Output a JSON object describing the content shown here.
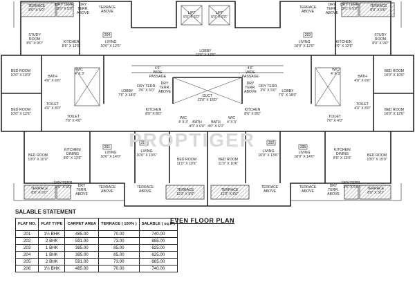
{
  "plan_title": "EVEN FLOOR PLAN",
  "watermark": "PROPTIGER",
  "rooms": [
    {
      "id": "terrace-tl",
      "label": "TERRACE",
      "dim": "8'0\" X 5'0\""
    },
    {
      "id": "dry-terr-tl",
      "label": "DRY TERR.",
      "dim": "3'6\" X 5'0\""
    },
    {
      "id": "dry-terr-above-tl",
      "label": "DRY TERR. ABOVE",
      "dim": ""
    },
    {
      "id": "terrace-above-tl",
      "label": "TERRACE ABOVE",
      "dim": ""
    },
    {
      "id": "lift-1",
      "label": "LIFT",
      "dim": "6'0\" X 6'0\""
    },
    {
      "id": "lift-2",
      "label": "LIFT",
      "dim": "6'0\" X 6'0\""
    },
    {
      "id": "terrace-above-tr",
      "label": "TERRACE ABOVE",
      "dim": ""
    },
    {
      "id": "dry-terr-above-tr",
      "label": "DRY TERR. ABOVE",
      "dim": ""
    },
    {
      "id": "dry-terr-tr",
      "label": "DRY TERR.",
      "dim": "3'6\" X 5'0\""
    },
    {
      "id": "terrace-tr",
      "label": "TERRACE",
      "dim": "8'0\" X 5'0\""
    },
    {
      "id": "study-l",
      "label": "STUDY ROOM",
      "dim": "8'0\" X 9'0\""
    },
    {
      "id": "kitchen-tl",
      "label": "KITCHEN",
      "dim": "8'6\" X 12'6\""
    },
    {
      "id": "living-tl",
      "label": "LIVING",
      "dim": "10'0\" X 12'6\""
    },
    {
      "id": "living-tr",
      "label": "LIVING",
      "dim": "10'0\" X 12'6\""
    },
    {
      "id": "kitchen-tr",
      "label": "KITCHEN",
      "dim": "8'6\" X 12'6\""
    },
    {
      "id": "study-r",
      "label": "STUDY ROOM",
      "dim": "8'0\" X 9'0\""
    },
    {
      "id": "lobby-top",
      "label": "LOBBY",
      "dim": "12'6\" X 13'6\""
    },
    {
      "id": "passage-l",
      "label": "4'6\" WIDE PASSAGE",
      "dim": ""
    },
    {
      "id": "passage-r",
      "label": "4'6\" WIDE PASSAGE",
      "dim": ""
    },
    {
      "id": "bed-l1",
      "label": "BED ROOM",
      "dim": "10'0\" X 10'0\""
    },
    {
      "id": "bath-l1",
      "label": "BATH",
      "dim": "4'0\" X 6'6\""
    },
    {
      "id": "wc-l1",
      "label": "W/C",
      "dim": "4' X 3'"
    },
    {
      "id": "lobby-l",
      "label": "LOBBY",
      "dim": "7'6\" X 18'0\""
    },
    {
      "id": "dry-terr-cl",
      "label": "DRY TERR.",
      "dim": "3'6\" X 5'0\""
    },
    {
      "id": "dry-terr-above-cl",
      "label": "DRY TERR. ABOVE",
      "dim": ""
    },
    {
      "id": "duct",
      "label": "DUCT",
      "dim": "12'0\" X 16'0\""
    },
    {
      "id": "dry-terr-above-cr",
      "label": "DRY TERR. ABOVE",
      "dim": ""
    },
    {
      "id": "dry-terr-cr",
      "label": "DRY TERR.",
      "dim": "3'6\" X 5'0\""
    },
    {
      "id": "lobby-r",
      "label": "LOBBY",
      "dim": "7'6\" X 18'0\""
    },
    {
      "id": "wc-r1",
      "label": "W/C",
      "dim": "4' X 3'"
    },
    {
      "id": "bath-r1",
      "label": "BATH",
      "dim": "4'0\" X 6'6\""
    },
    {
      "id": "bed-r1",
      "label": "BED ROOM",
      "dim": "10'0\" X 10'0\""
    },
    {
      "id": "bed-l2",
      "label": "BED ROOM",
      "dim": "10'0\" X 12'6\""
    },
    {
      "id": "toilet-l",
      "label": "TOILET",
      "dim": "4'0\" X 8'0\""
    },
    {
      "id": "toilet-l2",
      "label": "TOILET",
      "dim": "7'0\" X 4'0\""
    },
    {
      "id": "kitchen-cl",
      "label": "KITCHEN",
      "dim": "8'6\" X 8'0\""
    },
    {
      "id": "wc-cl",
      "label": "W/C",
      "dim": "4' X 3'"
    },
    {
      "id": "bath-cl",
      "label": "BATH",
      "dim": "4'0\" X 6'0\""
    },
    {
      "id": "bath-cr",
      "label": "BATH",
      "dim": "4'0\" X 6'0\""
    },
    {
      "id": "wc-cr",
      "label": "W/C",
      "dim": "4' X 3'"
    },
    {
      "id": "kitchen-cr",
      "label": "KITCHEN",
      "dim": "8'6\" X 8'0\""
    },
    {
      "id": "toilet-r2",
      "label": "TOILET",
      "dim": "7'0\" X 4'0\""
    },
    {
      "id": "toilet-r",
      "label": "TOILET",
      "dim": "4'0\" X 8'0\""
    },
    {
      "id": "bed-r2",
      "label": "BED ROOM",
      "dim": "10'0\" X 12'6\""
    },
    {
      "id": "bed-l3",
      "label": "BED ROOM",
      "dim": "10'0\" X 10'0\""
    },
    {
      "id": "kitchen-dining-l",
      "label": "KITCHEN/ DINING",
      "dim": "8'6\" X 13'6\""
    },
    {
      "id": "living-bl",
      "label": "LIVING",
      "dim": "10'0\" X 14'0\""
    },
    {
      "id": "living-bcl",
      "label": "LIVING",
      "dim": "10'0\" X 13'6\""
    },
    {
      "id": "bed-bcl",
      "label": "BED ROOM",
      "dim": "11'0\" X 10'6\""
    },
    {
      "id": "bed-bcr",
      "label": "BED ROOM",
      "dim": "11'0\" X 10'6\""
    },
    {
      "id": "living-bcr",
      "label": "LIVING",
      "dim": "10'0\" X 13'6\""
    },
    {
      "id": "living-br",
      "label": "LIVING",
      "dim": "10'0\" X 14'0\""
    },
    {
      "id": "kitchen-dining-r",
      "label": "KITCHEN/ DINING",
      "dim": "8'6\" X 13'6\""
    },
    {
      "id": "bed-r3",
      "label": "BED ROOM",
      "dim": "10'0\" X 10'0\""
    },
    {
      "id": "terrace-bl",
      "label": "TERRACE",
      "dim": "8'0\" X 5'0\""
    },
    {
      "id": "dry-terr-bl",
      "label": "DRY TERR.",
      "dim": "3'6\" X 5'0\""
    },
    {
      "id": "dry-terr-above-bl",
      "label": "DRY TERR. ABOVE",
      "dim": ""
    },
    {
      "id": "terrace-above-bl",
      "label": "TERRACE ABOVE",
      "dim": ""
    },
    {
      "id": "terrace-above-bcl",
      "label": "TERRACE ABOVE",
      "dim": ""
    },
    {
      "id": "terrace-bcl",
      "label": "TERRACE",
      "dim": "11'0\" X 5'0\""
    },
    {
      "id": "terrace-bcr",
      "label": "TERRACE",
      "dim": "11'0\" X 5'0\""
    },
    {
      "id": "terrace-above-bcr",
      "label": "TERRACE ABOVE",
      "dim": ""
    },
    {
      "id": "terrace-above-br",
      "label": "TERRACE ABOVE",
      "dim": ""
    },
    {
      "id": "dry-terr-above-br",
      "label": "DRY TERR. ABOVE",
      "dim": ""
    },
    {
      "id": "dry-terr-br",
      "label": "DRY TERR.",
      "dim": "3'6\" X 5'0\""
    },
    {
      "id": "terrace-br",
      "label": "TERRACE",
      "dim": "8'0\" X 5'0\""
    }
  ],
  "flat_tags": [
    "204",
    "203",
    "206",
    "201",
    "202",
    "205"
  ],
  "statement": {
    "title": "SALABLE STATEMENT",
    "headers": [
      "FLAT NO.",
      "FLAT TYPE",
      "CARPET AREA",
      "TERRACE ( 100% )",
      "SALABLE ( sq.ft )"
    ],
    "rows": [
      [
        "201",
        "1½ BHK",
        "485.00",
        "70.00",
        "740.00"
      ],
      [
        "202",
        "2 BHK",
        "591.00",
        "73.00",
        "885.00"
      ],
      [
        "203",
        "1 BHK",
        "385.00",
        "85.00",
        "625.00"
      ],
      [
        "204",
        "1 BHK",
        "385.00",
        "85.00",
        "625.00"
      ],
      [
        "205",
        "2 BHK",
        "591.00",
        "73.00",
        "885.00"
      ],
      [
        "206",
        "1½ BHK",
        "485.00",
        "70.00",
        "740.00"
      ]
    ]
  }
}
